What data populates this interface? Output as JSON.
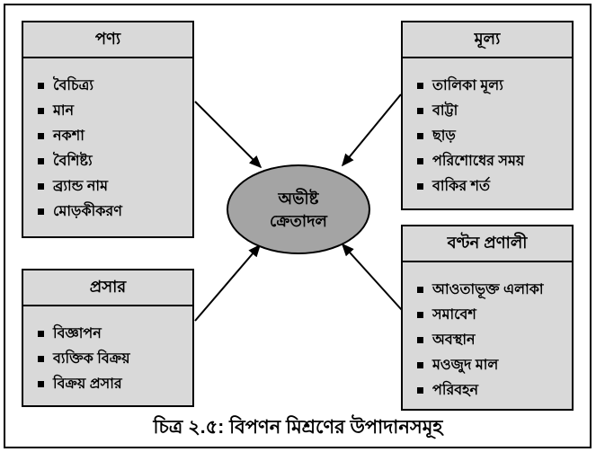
{
  "figure": {
    "caption": "চিত্র ২.৫: বিপণন মিশ্রণের উপাদানসমূহ",
    "center_ellipse": {
      "line1": "অভীষ্ট",
      "line2": "ক্রেতাদল"
    },
    "boxes": [
      {
        "id": "product",
        "title": "পণ্য",
        "items": [
          "বৈচিত্র্য",
          "মান",
          "নকশা",
          "বৈশিষ্ট্য",
          "ব্র্যান্ড নাম",
          "মোড়কীকরণ"
        ]
      },
      {
        "id": "price",
        "title": "মূল্য",
        "items": [
          "তালিকা মূল্য",
          "বাট্টা",
          "ছাড়",
          "পরিশোধের সময়",
          "বাকির শর্ত"
        ]
      },
      {
        "id": "promotion",
        "title": "প্রসার",
        "items": [
          "বিজ্ঞাপন",
          "ব্যক্তিক বিক্রয়",
          "বিক্রয় প্রসার"
        ]
      },
      {
        "id": "place",
        "title": "বণ্টন প্রণালী",
        "items": [
          "আওতাভূক্ত এলাকা",
          "সমাবেশ",
          "অবস্থান",
          "মওজুদ মাল",
          "পরিবহন"
        ]
      }
    ],
    "arrows": [
      {
        "from": "product-box",
        "to": "target-ellipse"
      },
      {
        "from": "price-box",
        "to": "target-ellipse"
      },
      {
        "from": "promotion-box",
        "to": "target-ellipse"
      },
      {
        "from": "place-box",
        "to": "target-ellipse"
      }
    ],
    "colors": {
      "background": "#ffffff",
      "box_fill": "#d9d9d9",
      "ellipse_fill": "#a4a4a4",
      "border": "#000000"
    }
  }
}
